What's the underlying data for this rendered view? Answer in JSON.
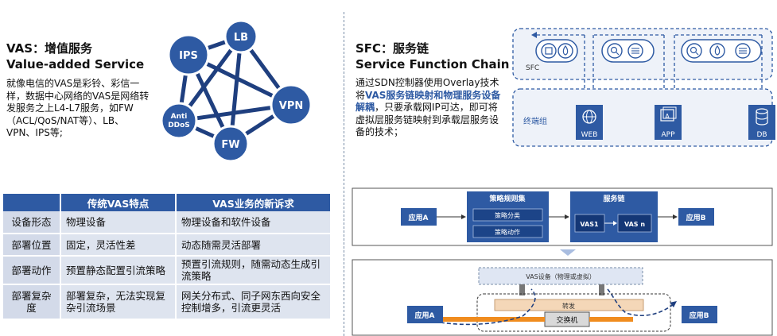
{
  "vas": {
    "title_zh": "VAS：增值服务",
    "title_en": "Value-added Service",
    "description": "就像电信的VAS是彩铃、彩信一样，数据中心网络的VAS是网络转发服务之上L4-L7服务，如FW（ACL/QoS/NAT等）、LB、VPN、IPS等;",
    "network_nodes": {
      "ips": "IPS",
      "lb": "LB",
      "vpn": "VPN",
      "fw": "FW",
      "antiddos_line1": "Anti",
      "antiddos_line2": "DDoS"
    }
  },
  "table": {
    "headers": [
      "",
      "传统VAS特点",
      "VAS业务的新诉求"
    ],
    "rows": [
      [
        "设备形态",
        "物理设备",
        "物理设备和软件设备"
      ],
      [
        "部署位置",
        "固定，灵活性差",
        "动态随需灵活部署"
      ],
      [
        "部署动作",
        "预置静态配置引流策略",
        "预置引流规则，随需动态生成引流策略"
      ],
      [
        "部署复杂度",
        "部署复杂，无法实现复杂引流场景",
        "网关分布式、同子网东西向安全控制增多，引流更灵活"
      ]
    ]
  },
  "sfc": {
    "title_zh": "SFC：服务链",
    "title_en": "Service Function Chain",
    "desc_part1": "通过SDN控制器使用Overlay技术将",
    "desc_highlight": "VAS服务链映射和物理服务设备解耦",
    "desc_part2": "，只要承载网IP可达，即可将虚拟层服务链映射到承载层服务设备的技术；",
    "sfc_label": "SFC",
    "terminal_group_label": "终端组",
    "terminals": {
      "web": "WEB",
      "app": "APP",
      "db": "DB"
    },
    "app_icon_letter": "A"
  },
  "flow": {
    "app_a": "应用A",
    "app_b": "应用B",
    "policy_set": "策略规则集",
    "policy_classify": "策略分类",
    "policy_action": "策略动作",
    "service_chain": "服务链",
    "vas1": "VAS1",
    "vasn": "VAS n",
    "vas_device": "VAS设备（物理或虚拟）",
    "forward": "转发",
    "switch": "交换机",
    "app_a2": "应用A",
    "app_b2": "应用B"
  }
}
